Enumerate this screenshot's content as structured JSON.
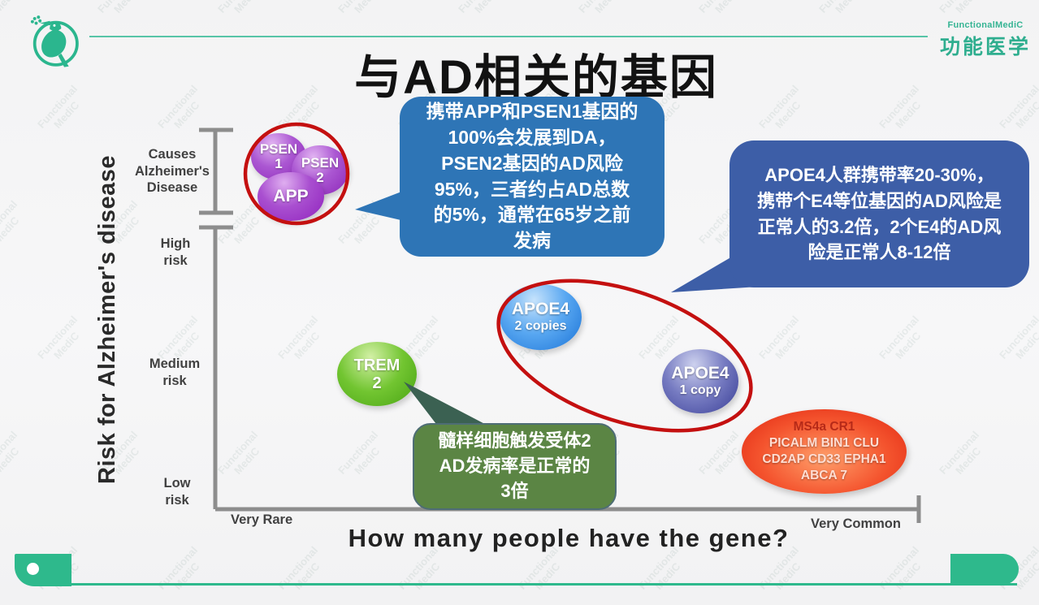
{
  "slide": {
    "title": "与AD相关的基因",
    "brand": {
      "name_en": "FunctionalMediC",
      "name_cn": "功能医学"
    },
    "watermark": {
      "line1": "Functional",
      "line2": "MediC"
    }
  },
  "colors": {
    "accent_teal": "#2eb98c",
    "callout_blue_top": "#2e75b6",
    "callout_blue_right": "#3d5ea7",
    "callout_green": "#5b8544",
    "highlight_circle_red": "#c41010",
    "axis_gray": "#8d8d8d"
  },
  "axis": {
    "y_title": "Risk for Alzheimer's disease",
    "x_title": "How many people have the gene?",
    "y_labels": {
      "causes": "Causes\nAlzheimer's\nDisease",
      "high": "High\nrisk",
      "medium": "Medium\nrisk",
      "low": "Low\nrisk"
    },
    "x_labels": {
      "left": "Very Rare",
      "right": "Very Common"
    }
  },
  "bubbles": {
    "psen1": {
      "line1": "PSEN",
      "line2": "1"
    },
    "psen2": {
      "line1": "PSEN",
      "line2": "2"
    },
    "app": {
      "line1": "APP"
    },
    "trem2": {
      "line1": "TREM",
      "line2": "2"
    },
    "apoe4_two": {
      "line1": "APOE4",
      "line2": "2 copies"
    },
    "apoe4_one": {
      "line1": "APOE4",
      "line2": "1 copy"
    },
    "common": {
      "line1": "MS4a CR1",
      "line2": "PICALM BIN1 CLU",
      "line3": "CD2AP CD33 EPHA1",
      "line4": "ABCA 7"
    }
  },
  "callouts": {
    "psen": {
      "text": "携带APP和PSEN1基因的\n100%会发展到DA，\nPSEN2基因的AD风险\n95%，三者约占AD总数\n的5%，通常在65岁之前\n发病"
    },
    "apoe": {
      "text": "APOE4人群携带率20-30%，\n携带个E4等位基因的AD风险是\n正常人的3.2倍，2个E4的AD风\n险是正常人8-12倍"
    },
    "trem": {
      "text": "髓样细胞触发受体2\nAD发病率是正常的\n3倍"
    }
  },
  "chart_data": {
    "type": "scatter",
    "title": "与AD相关的基因",
    "xlabel": "How many people have the gene?",
    "ylabel": "Risk for Alzheimer's disease",
    "x_axis": {
      "type": "qualitative",
      "min_label": "Very Rare",
      "max_label": "Very Common",
      "range": [
        0,
        1
      ]
    },
    "y_axis": {
      "type": "qualitative",
      "labels": [
        "Low risk",
        "Medium risk",
        "High risk",
        "Causes Alzheimer's Disease"
      ]
    },
    "grid": false,
    "legend": false,
    "points": [
      {
        "label": "PSEN 1",
        "x": 0.05,
        "y_risk": "Causes Alzheimer's Disease",
        "color": "#9b30c0"
      },
      {
        "label": "PSEN 2",
        "x": 0.1,
        "y_risk": "Causes Alzheimer's Disease",
        "color": "#9b30c0"
      },
      {
        "label": "APP",
        "x": 0.07,
        "y_risk": "Causes Alzheimer's Disease",
        "color": "#9b30c0"
      },
      {
        "label": "TREM 2",
        "x": 0.23,
        "y_risk": "Medium risk",
        "color": "#55b11c"
      },
      {
        "label": "APOE4 2 copies",
        "x": 0.46,
        "y_risk": "Medium-High risk",
        "color": "#2e8fe8"
      },
      {
        "label": "APOE4 1 copy",
        "x": 0.69,
        "y_risk": "Medium risk",
        "color": "#474b9e"
      },
      {
        "label": "MS4a CR1 PICALM BIN1 CLU CD2AP CD33 EPHA1 ABCA 7",
        "x": 0.87,
        "y_risk": "Low-Medium risk",
        "color": "#ef4423"
      }
    ],
    "highlights": [
      {
        "shape": "red circle",
        "around": [
          "PSEN 1",
          "PSEN 2",
          "APP"
        ]
      },
      {
        "shape": "red ellipse",
        "around": [
          "APOE4 2 copies",
          "APOE4 1 copy"
        ]
      }
    ],
    "annotations": [
      "携带APP和PSEN1基因的100%会发展到DA，PSEN2基因的AD风险95%，三者约占AD总数的5%，通常在65岁之前发病",
      "APOE4人群携带率20-30%，携带个E4等位基因的AD风险是正常人的3.2倍，2个E4的AD风险是正常人8-12倍",
      "髓样细胞触发受体2 AD发病率是正常的3倍"
    ]
  }
}
